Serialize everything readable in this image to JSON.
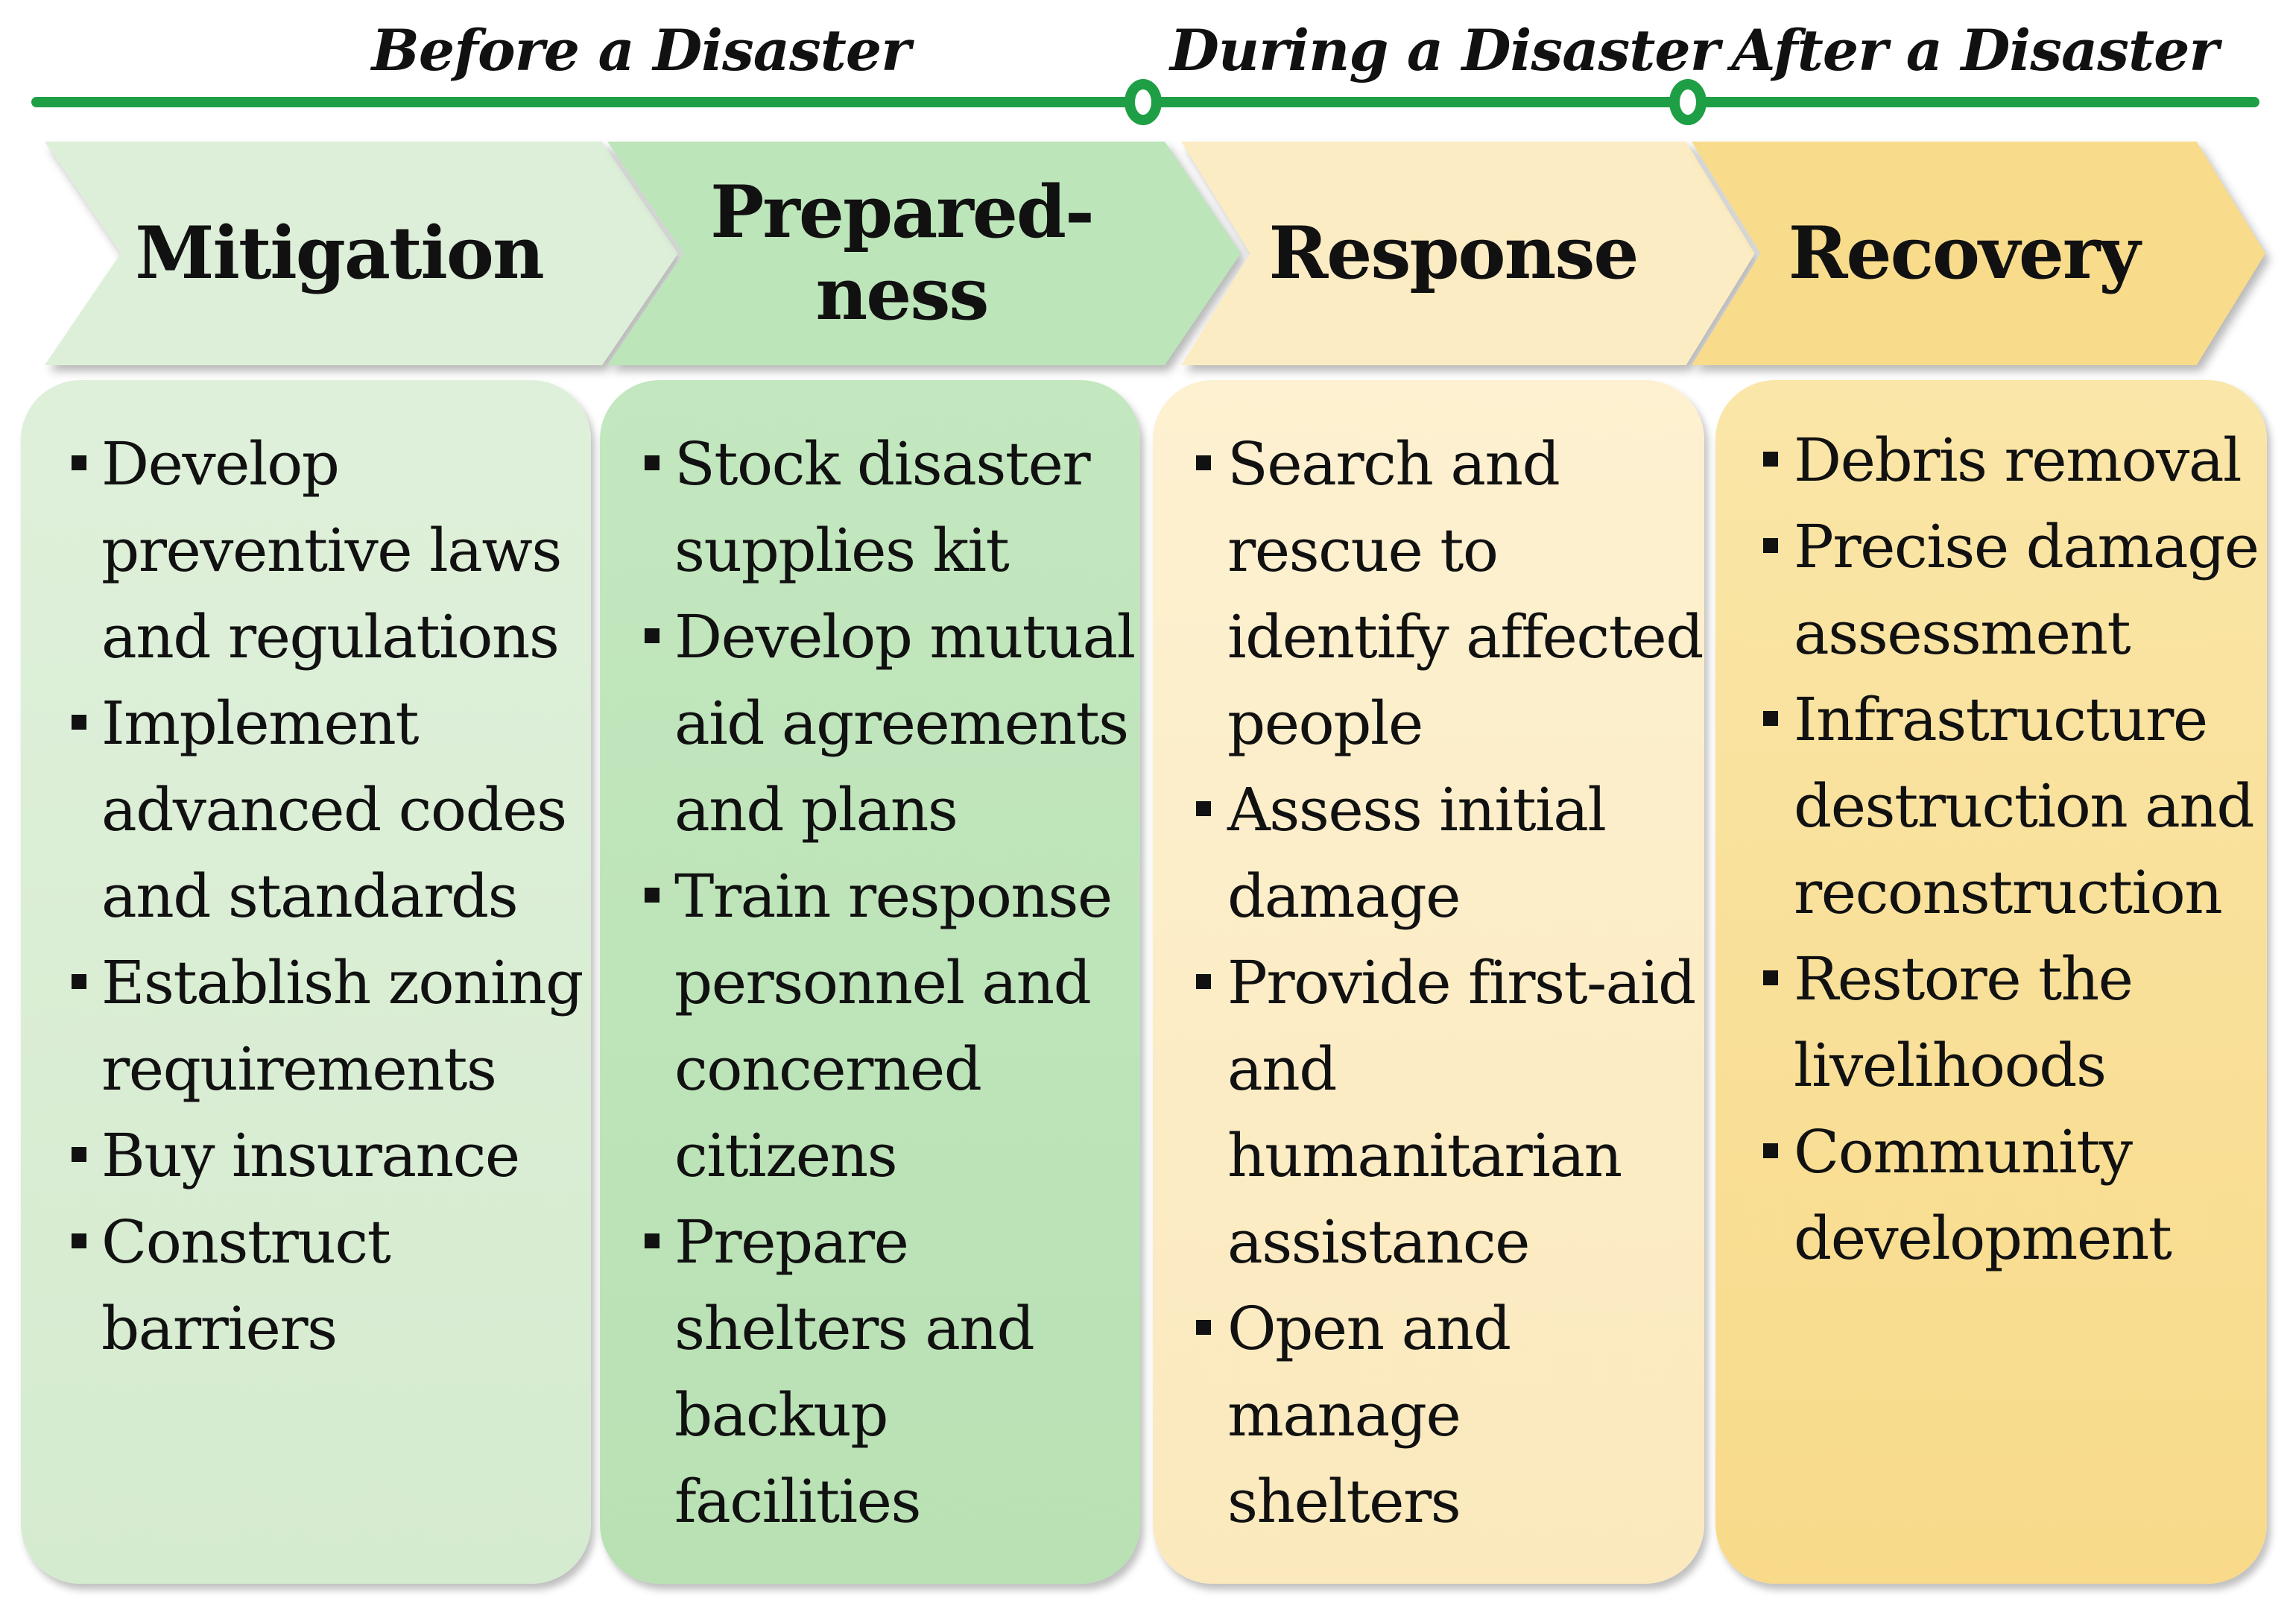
{
  "timeline": {
    "before": "Before a Disaster",
    "during": "During a Disaster",
    "after": "After a Disaster",
    "color": "#1f9f45"
  },
  "phases": [
    {
      "title": "Mitigation",
      "color": "#ddefd8",
      "items": [
        "Develop\npreventive laws\nand regulations",
        "Implement\nadvanced codes\nand standards",
        "Establish zoning\nrequirements",
        "Buy insurance",
        "Construct\nbarriers"
      ]
    },
    {
      "title": "Prepared-\nness",
      "color": "#bde5ba",
      "items": [
        "Stock disaster\nsupplies kit",
        "Develop mutual\naid agreements\nand plans",
        "Train response\npersonnel and\nconcerned\ncitizens",
        "Prepare\nshelters and\nbackup\nfacilities"
      ]
    },
    {
      "title": "Response",
      "color": "#fcecc3",
      "items": [
        "Search and\nrescue to\nidentify affected\npeople",
        "Assess initial\ndamage",
        "Provide first-aid\nand\nhumanitarian\nassistance",
        "Open and\nmanage shelters"
      ]
    },
    {
      "title": "Recovery",
      "color": "#f8dc8c",
      "items": [
        "Debris removal",
        "Precise damage\nassessment",
        "Infrastructure\ndestruction and\nreconstruction",
        "Restore the\nlivelihoods",
        "Community\ndevelopment"
      ]
    }
  ]
}
